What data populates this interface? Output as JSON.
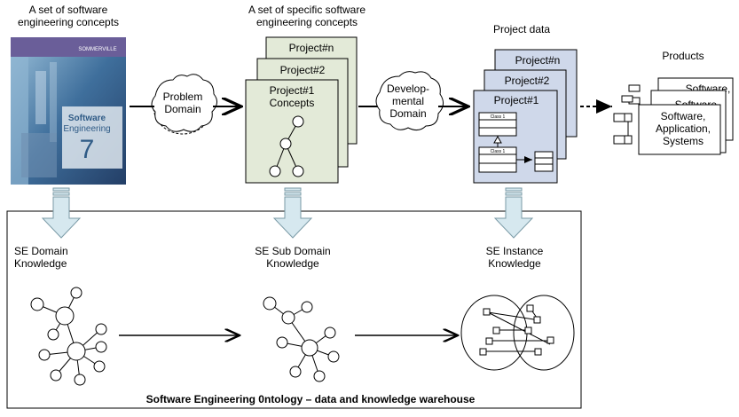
{
  "top_labels": {
    "concepts_set": [
      "A set of software",
      "engineering concepts"
    ],
    "specific_concepts_set": [
      "A set of specific software",
      "engineering concepts"
    ],
    "project_data": "Project data",
    "products": "Products"
  },
  "book": {
    "publisher": "SOMMERVILLE",
    "title_line1": "Software",
    "title_line2": "Engineering",
    "edition": "7"
  },
  "bubbles": {
    "problem_domain": [
      "Problem",
      "Domain"
    ],
    "developmental_domain": [
      "Develop-",
      "mental",
      "Domain"
    ]
  },
  "concept_cards": {
    "back": "Project#n",
    "middle": "Project#2",
    "front_line1": "Project#1",
    "front_line2": "Concepts"
  },
  "data_cards": {
    "back": "Project#n",
    "middle": "Project#2",
    "front": "Project#1",
    "class_label": "Class 1"
  },
  "products": {
    "back1": "Software,",
    "back2": "Software,",
    "front": [
      "Software,",
      "Application,",
      "Systems"
    ]
  },
  "knowledge": {
    "domain": [
      "SE Domain",
      "Knowledge"
    ],
    "subdomain": [
      "SE Sub Domain",
      "Knowledge"
    ],
    "instance": [
      "SE Instance",
      "Knowledge"
    ]
  },
  "warehouse_caption": "Software Engineering 0ntology – data and knowledge warehouse",
  "colors": {
    "concept_card_fill": "#e3ead8",
    "data_card_fill": "#cfd8ea",
    "down_arrow_fill": "#d6e8ef",
    "book_blue": "#2f5b86",
    "book_purple": "#6a5e99"
  }
}
